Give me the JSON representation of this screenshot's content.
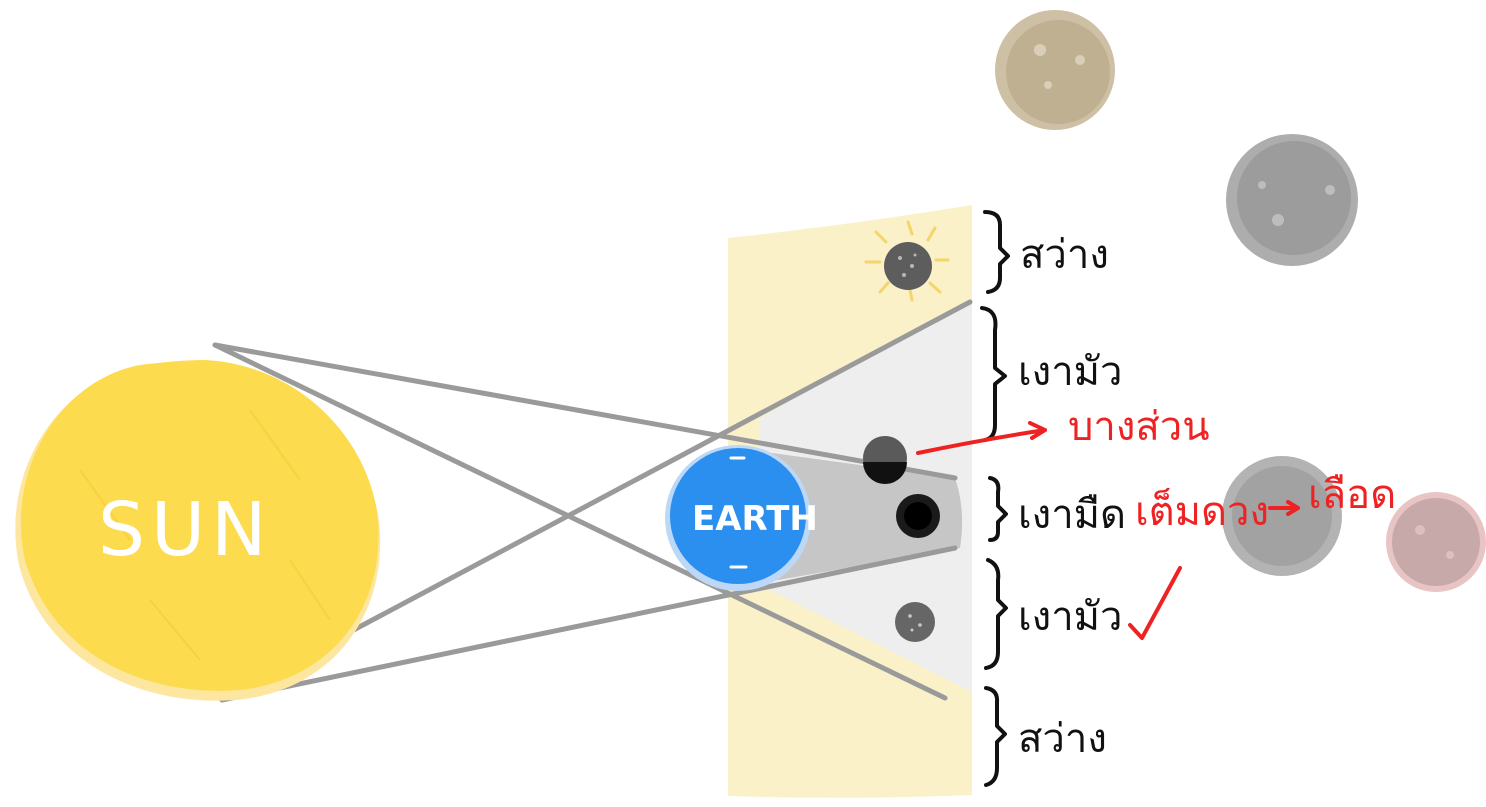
{
  "sun": {
    "label": "SUN",
    "color": "#fddb4f"
  },
  "earth": {
    "label": "EARTH",
    "color": "#2b8ff0"
  },
  "shadow_zones": [
    {
      "key": "bright_top",
      "label": "สว่าง"
    },
    {
      "key": "penumbra_top",
      "label": "เงามัว"
    },
    {
      "key": "umbra",
      "label": "เงามืด"
    },
    {
      "key": "penumbra_bottom",
      "label": "เงามัว"
    },
    {
      "key": "bright_bottom",
      "label": "สว่าง"
    }
  ],
  "annotations": {
    "partial": "บางส่วน",
    "total": "เต็มดวง",
    "blood": "เลือด",
    "check": "✓"
  },
  "colors": {
    "background_band": "#faf1c8",
    "penumbra": "#eeeeee",
    "umbra": "#c4c4c4",
    "rays": "#9a9a9a",
    "annotation_red": "#ee2222"
  }
}
